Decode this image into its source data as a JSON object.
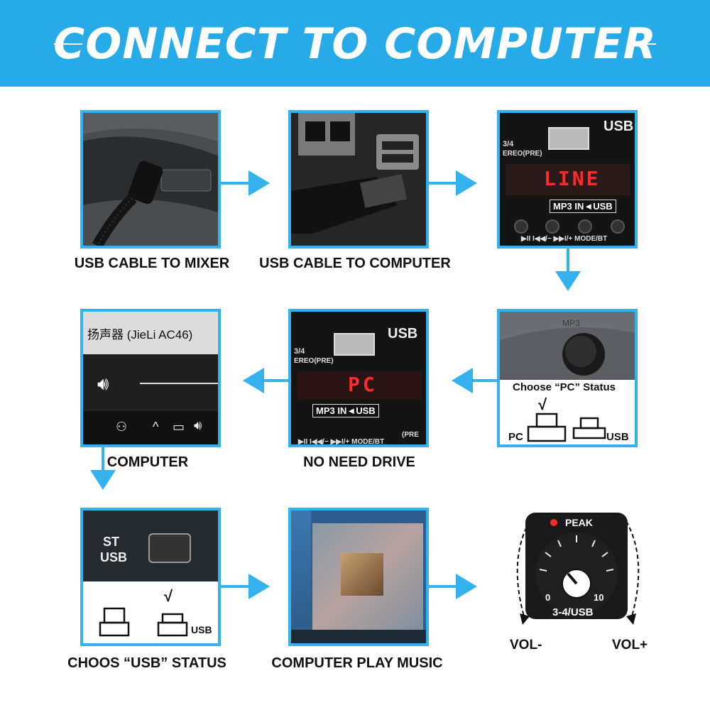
{
  "banner": {
    "title": "CONNECT TO COMPUTER"
  },
  "steps": {
    "usb_to_mixer": "USB CABLE TO MIXER",
    "usb_to_computer": "USB CABLE TO COMPUTER",
    "computer": "COMPUTER",
    "no_need_drive": "NO NEED DRIVE",
    "choose_usb_status": "CHOOS “USB” STATUS",
    "computer_play_music": "COMPUTER PLAY MUSIC"
  },
  "labels": {
    "vol_minus": "VOL-",
    "vol_plus": "VOL+"
  },
  "mixer_panel": {
    "usb": "USB",
    "input_label_1": "3/4",
    "input_label_2": "EREO(PRE)",
    "display_readout": "LINE",
    "display_pc": "PC",
    "mp3_in_usb": "MP3 IN◄USB",
    "buttons": "▶II   I◀◀/−   ▶▶I/+   MODE/BT",
    "pre": "(PRE"
  },
  "switch_pc": {
    "instruction": "Choose “PC” Status",
    "check": "√",
    "pc": "PC",
    "usb": "USB"
  },
  "switch_usb": {
    "st": "ST",
    "usb": "USB",
    "check": "√",
    "usb_label": "USB"
  },
  "sound_popup": {
    "device_name": "扬声器 (JieLi AC46)"
  },
  "knob": {
    "peak": "PEAK",
    "min": "0",
    "max": "10",
    "channel": "3-4/USB"
  },
  "colors": {
    "accent": "#27abe8",
    "frame": "#35b2ee",
    "led_red": "#ff2a2a"
  }
}
